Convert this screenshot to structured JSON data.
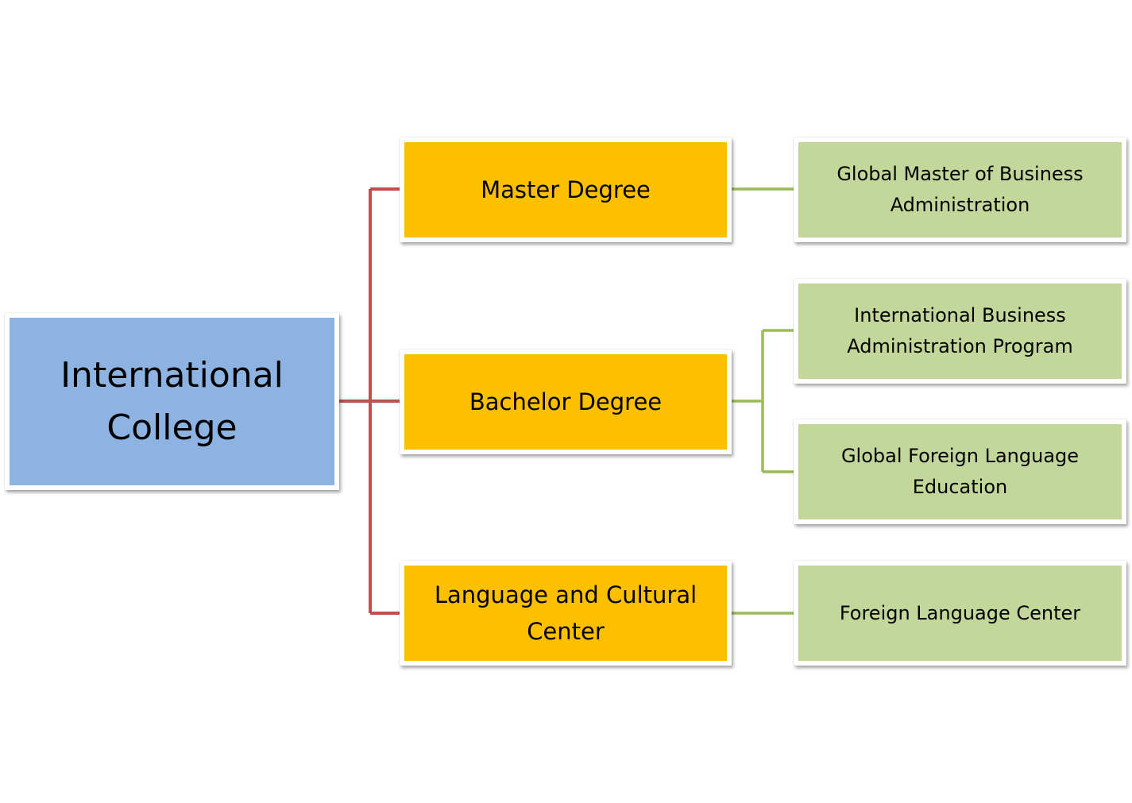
{
  "diagram": {
    "type": "org-chart",
    "root": {
      "label": "International College",
      "color": "#8db3e2"
    },
    "level1_color": "#fcc000",
    "level2_color": "#c4d79b",
    "root_connector_color": "#c0504d",
    "child_connector_color": "#9bbb59",
    "branches": [
      {
        "label": "Master Degree",
        "children": [
          "Global Master of Business Administration"
        ]
      },
      {
        "label": "Bachelor Degree",
        "children": [
          "International Business Administration Program",
          "Global Foreign Language Education"
        ]
      },
      {
        "label": "Language and Cultural Center",
        "children": [
          "Foreign Language Center"
        ]
      }
    ]
  }
}
